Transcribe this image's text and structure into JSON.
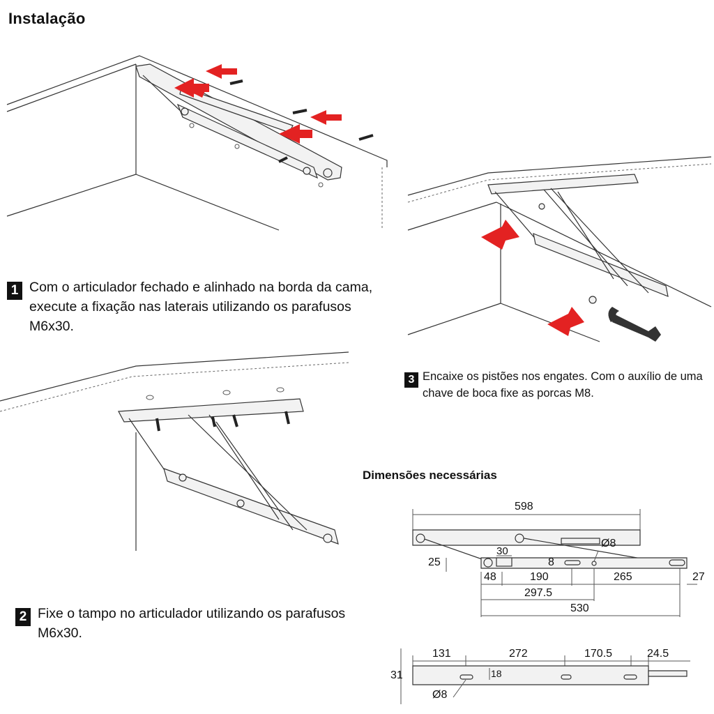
{
  "title": "Instalação",
  "steps": [
    {
      "number": "1",
      "text": "Com o articulador fechado e alinhado na borda da cama, execute a fixação nas laterais utilizando os parafusos M6x30."
    },
    {
      "number": "2",
      "text": "Fixe o tampo no articulador utilizando os parafusos M6x30."
    },
    {
      "number": "3",
      "text": "Encaixe os pistões nos engates. Com o auxílio de uma  chave de boca fixe as porcas M8."
    }
  ],
  "dimensions": {
    "title": "Dimensões necessárias",
    "top_diagram": {
      "overall": "598",
      "slot_width": "30",
      "hole": "Ø8",
      "height": "25",
      "offset": "8",
      "seg_a": "48",
      "seg_b": "190",
      "seg_c": "265",
      "seg_d": "27",
      "span_1": "297.5",
      "span_2": "530"
    },
    "bottom_diagram": {
      "seg_a": "131",
      "seg_b": "272",
      "seg_c": "170.5",
      "seg_d": "24.5",
      "height": "31",
      "slot": "18",
      "hole": "Ø8"
    }
  },
  "colors": {
    "arrow": "#e32222",
    "text": "#111111",
    "badge": "#111111"
  }
}
